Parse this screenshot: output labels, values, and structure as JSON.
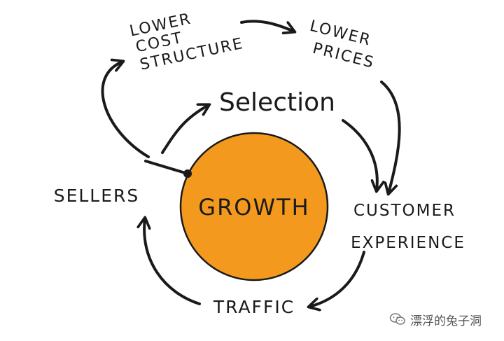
{
  "diagram": {
    "center_label": "GROWTH",
    "nodes": {
      "lower_cost_structure": [
        "LOWER",
        "COST",
        "STRUCTURE"
      ],
      "lower_prices": [
        "LOWER",
        "PRICES"
      ],
      "selection": "Selection",
      "customer_experience": [
        "CUSTOMER",
        "EXPERIENCE"
      ],
      "traffic": "TRAFFIC",
      "sellers": "SELLERS"
    },
    "colors": {
      "circle_fill": "#F39A1E",
      "circle_stroke": "#1a1a1a",
      "ink": "#1a1a1a"
    }
  },
  "watermark": {
    "icon": "wechat-icon",
    "text": "漂浮的兔子洞"
  }
}
